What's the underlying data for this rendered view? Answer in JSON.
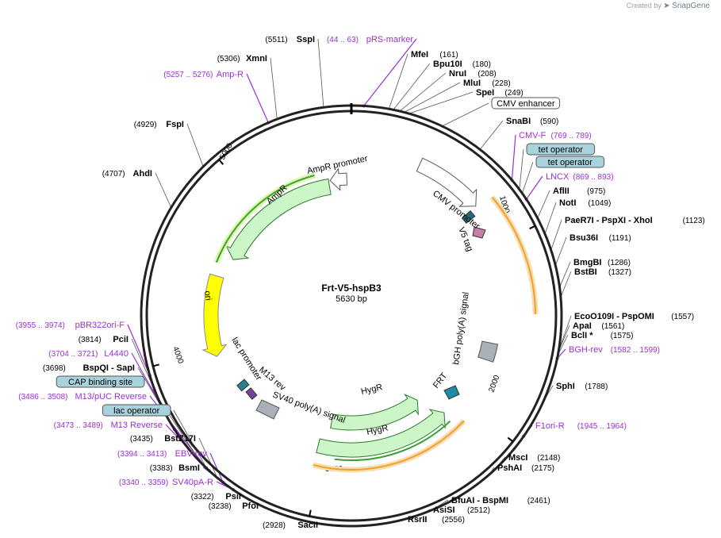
{
  "credit": {
    "prefix": "Created by",
    "brand": "SnapGene"
  },
  "plasmid": {
    "name": "Frt-V5-hspB3",
    "size": "5630 bp",
    "length": 5630
  },
  "ticks": [
    {
      "pos": 1000,
      "label": "1000"
    },
    {
      "pos": 2000,
      "label": "2000"
    },
    {
      "pos": 3000,
      "label": "3000"
    },
    {
      "pos": 4000,
      "label": "4000"
    },
    {
      "pos": 5000,
      "label": "5000"
    }
  ],
  "enzymes_right": [
    {
      "name": "MfeI",
      "pos": "(161)",
      "site": 161
    },
    {
      "name": "Bpu10I",
      "pos": "(180)",
      "site": 180
    },
    {
      "name": "NruI",
      "pos": "(208)",
      "site": 208
    },
    {
      "name": "MluI",
      "pos": "(228)",
      "site": 228
    },
    {
      "name": "SpeI",
      "pos": "(249)",
      "site": 249
    },
    {
      "box": "CMV enhancer",
      "site": 400,
      "kind": "white"
    },
    {
      "name": "SnaBI",
      "pos": "(590)",
      "site": 590
    },
    {
      "primer": "CMV-F",
      "range": "(769 .. 789)",
      "site": 779
    },
    {
      "box": "tet operator",
      "site": 830,
      "kind": "blue"
    },
    {
      "box": "tet operator",
      "site": 850,
      "kind": "blue"
    },
    {
      "primer": "LNCX",
      "range": "(869 .. 893)",
      "site": 881
    },
    {
      "name": "AflII",
      "pos": "(975)",
      "site": 975
    },
    {
      "name": "NotI",
      "pos": "(1049)",
      "site": 1049
    },
    {
      "name": "PaeR7I - PspXI - XhoI",
      "pos": "(1123)",
      "site": 1123
    },
    {
      "name": "Bsu36I",
      "pos": "(1191)",
      "site": 1191
    },
    {
      "name": "BmgBI",
      "pos": "(1286)",
      "site": 1286
    },
    {
      "name": "BstBI",
      "pos": "(1327)",
      "site": 1327
    },
    {
      "name": "EcoO109I - PspOMI",
      "pos": "(1557)",
      "site": 1557
    },
    {
      "name": "ApaI",
      "pos": "(1561)",
      "site": 1561
    },
    {
      "name": "BclI *",
      "pos": "(1575)",
      "site": 1575
    },
    {
      "primer": "BGH-rev",
      "range": "(1582 .. 1599)",
      "site": 1590
    },
    {
      "name": "SphI",
      "pos": "(1788)",
      "site": 1788
    },
    {
      "primer": "F1ori-R",
      "range": "(1945 .. 1964)",
      "site": 1954
    },
    {
      "name": "MscI",
      "pos": "(2148)",
      "site": 2148
    },
    {
      "name": "PshAI",
      "pos": "(2175)",
      "site": 2175
    },
    {
      "name": "BfuAI - BspMI",
      "pos": "(2461)",
      "site": 2461
    },
    {
      "name": "AsiSI",
      "pos": "(2512)",
      "site": 2512
    },
    {
      "name": "RsrII",
      "pos": "(2556)",
      "site": 2556
    }
  ],
  "enzymes_left": [
    {
      "name": "SacII",
      "pos": "(2928)",
      "site": 2928
    },
    {
      "name": "PfoI",
      "pos": "(3238)",
      "site": 3238
    },
    {
      "name": "PsiI",
      "pos": "(3322)",
      "site": 3322
    },
    {
      "primer": "SV40pA-R",
      "range": "(3340 .. 3359)",
      "site": 3350
    },
    {
      "name": "BsmI",
      "pos": "(3383)",
      "site": 3383
    },
    {
      "primer": "EBV-rev",
      "range": "(3394 .. 3413)",
      "site": 3403
    },
    {
      "name": "BstZ17I",
      "pos": "(3435)",
      "site": 3435
    },
    {
      "primer": "M13 Reverse",
      "range": "(3473 .. 3489)",
      "site": 3481
    },
    {
      "box": "lac operator",
      "site": 3495,
      "kind": "blue"
    },
    {
      "primer": "M13/pUC Reverse",
      "range": "(3486 .. 3508)",
      "site": 3497
    },
    {
      "box": "CAP binding site",
      "site": 3530,
      "kind": "blue"
    },
    {
      "name": "BspQI - SapI",
      "pos": "(3698)",
      "site": 3698
    },
    {
      "primer": "L4440",
      "range": "(3704 .. 3721)",
      "site": 3712
    },
    {
      "name": "PciI",
      "pos": "(3814)",
      "site": 3814
    },
    {
      "primer": "pBR322ori-F",
      "range": "(3955 .. 3974)",
      "site": 3964
    },
    {
      "name": "AhdI",
      "pos": "(4707)",
      "site": 4707
    },
    {
      "name": "FspI",
      "pos": "(4929)",
      "site": 4929
    },
    {
      "primer": "Amp-R",
      "range": "(5257 .. 5276)",
      "site": 5266
    },
    {
      "name": "XmnI",
      "pos": "(5306)",
      "site": 5306
    },
    {
      "name": "SspI",
      "pos": "(5511)",
      "site": 5511
    },
    {
      "primer": "pRS-marker",
      "range": "(44 .. 63)",
      "site": 53
    }
  ],
  "features": {
    "cmv_promoter": "CMV promoter",
    "v5_tag": "V5 tag",
    "bgh_polya": "bGH poly(A) signal",
    "frt": "FRT",
    "hygr1": "HygR",
    "hygr2": "HygR",
    "sv40_polya": "SV40 poly(A) signal",
    "m13_rev": "M13 rev",
    "lac_promoter": "lac promoter",
    "ori": "ori",
    "ampr": "AmpR",
    "ampr_promoter": "AmpR promoter"
  },
  "colors": {
    "primer": "#9b30d0",
    "ampr": "#ccf5c8",
    "ori": "#ffff00",
    "orf": "#f0a030",
    "orfGlow": "#f5dfb0",
    "blueBox": "#a9d3dc"
  }
}
